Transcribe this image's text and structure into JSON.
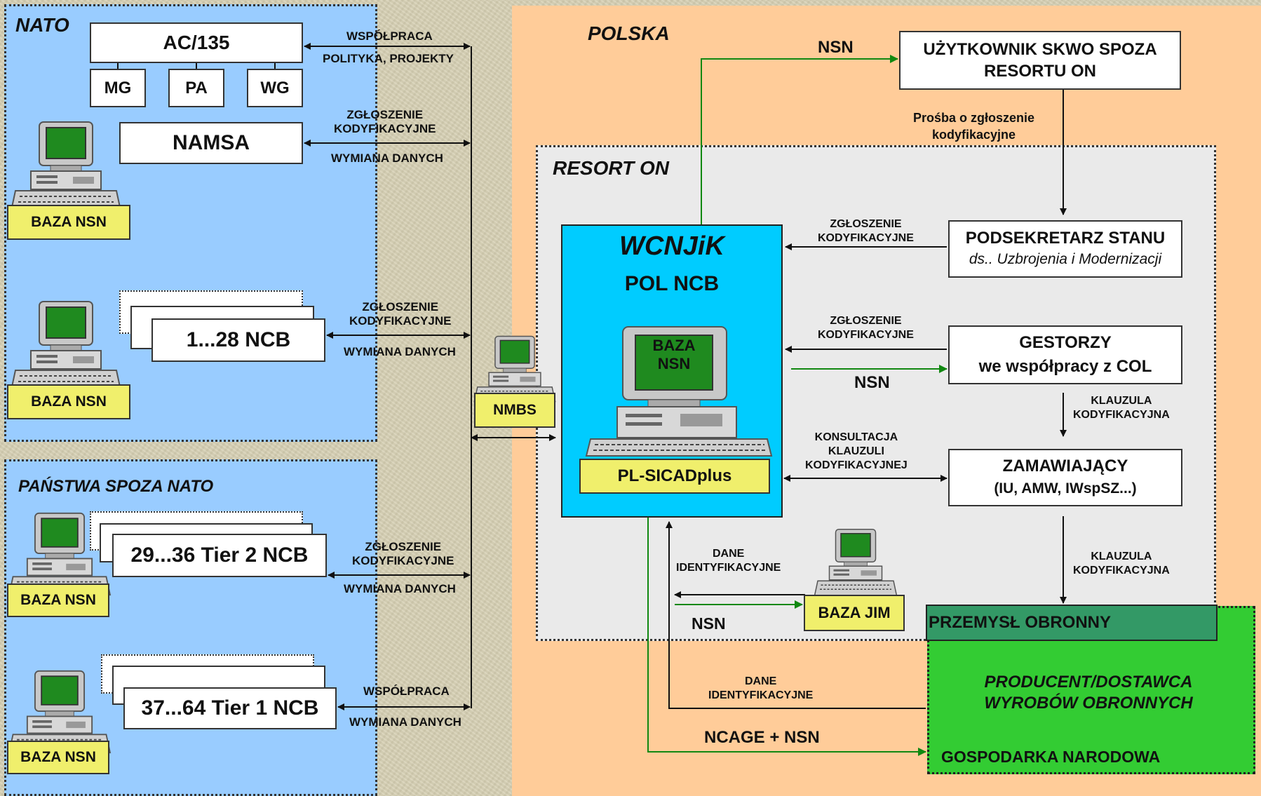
{
  "regions": {
    "nato": "NATO",
    "non_nato": "PAŃSTWA SPOZA NATO",
    "polska": "POLSKA",
    "resort": "RESORT ON",
    "industry_header": "PRZEMYSŁ OBRONNY"
  },
  "nato_boxes": {
    "ac135": "AC/135",
    "mg": "MG",
    "pa": "PA",
    "wg": "WG",
    "namsa": "NAMSA",
    "ncb_1_28": "1...28 NCB",
    "tier2": "29...36 Tier 2 NCB",
    "tier1": "37...64 Tier 1 NCB",
    "baza_nsn": "BAZA NSN"
  },
  "nmbs": "NMBS",
  "wcnjik": {
    "title": "WCNJiK",
    "subtitle": "POL NCB",
    "screen_line1": "BAZA",
    "screen_line2": "NSN",
    "system": "PL-SICADplus"
  },
  "right_boxes": {
    "user_line1": "UŻYTKOWNIK SKWO SPOZA",
    "user_line2": "RESORTU ON",
    "podsekretarz_line1": "PODSEKRETARZ STANU",
    "podsekretarz_line2": "ds.. Uzbrojenia i Modernizacji",
    "gestorzy_line1": "GESTORZY",
    "gestorzy_line2": "we współpracy z COL",
    "zamawiajacy_line1": "ZAMAWIAJĄCY",
    "zamawiajacy_line2": "(IU, AMW, IWspSZ...)",
    "baza_jim": "BAZA JIM",
    "producent_line1": "PRODUCENT/DOSTAWCA",
    "producent_line2": "WYROBÓW OBRONNYCH",
    "gospodarka": "GOSPODARKA NARODOWA"
  },
  "labels": {
    "wspolpraca": "WSPÓŁPRACA",
    "polityka": "POLITYKA, PROJEKTY",
    "zgl_1": "ZGŁOSZENIE",
    "zgl_2": "KODYFIKACYJNE",
    "wymiana": "WYMIANA DANYCH",
    "nsn": "NSN",
    "prosba_1": "Prośba o zgłoszenie",
    "prosba_2": "kodyfikacyjne",
    "klauzula_1": "KLAUZULA",
    "klauzula_2": "KODYFIKACYJNA",
    "konsultacja_1": "KONSULTACJA",
    "konsultacja_2": "KLAUZULI",
    "konsultacja_3": "KODYFIKACYJNEJ",
    "dane_1": "DANE",
    "dane_2": "IDENTYFIKACYJNE",
    "ncage": "NCAGE + NSN"
  },
  "colors": {
    "blue_region": "#99ccff",
    "orange_region": "#ffcc99",
    "wcnjik_fill": "#00ccff",
    "industry_green": "#33cc33",
    "industry_header": "#339966",
    "green_arrow": "#118811"
  }
}
